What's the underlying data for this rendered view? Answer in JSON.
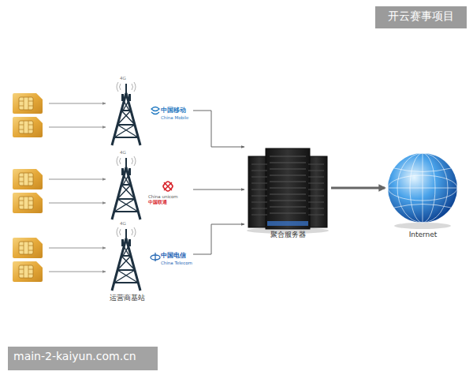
{
  "diagram": {
    "nodes": [
      {
        "text": [
          "中国移动",
          "China Mobile"
        ]
      },
      {
        "text": [
          "China unicom",
          "中国联通"
        ]
      },
      {
        "text": [
          "中国电信",
          "China Telecom"
        ]
      },
      {
        "text": [
          "聚合服务器"
        ]
      },
      {
        "text": [
          "Internet"
        ]
      }
    ],
    "edges": [
      {
        "from": 0,
        "to": 3,
        "arrow": "to"
      },
      {
        "from": 1,
        "to": 3,
        "arrow": "to"
      },
      {
        "from": 2,
        "to": 3,
        "arrow": "to"
      },
      {
        "from": 3,
        "to": 4,
        "arrow": "to"
      }
    ],
    "labels": [
      "开云赛事项目",
      "4G",
      "4G",
      "4G",
      "运营商基站",
      "main-2-kaiyun.com.cn"
    ]
  }
}
